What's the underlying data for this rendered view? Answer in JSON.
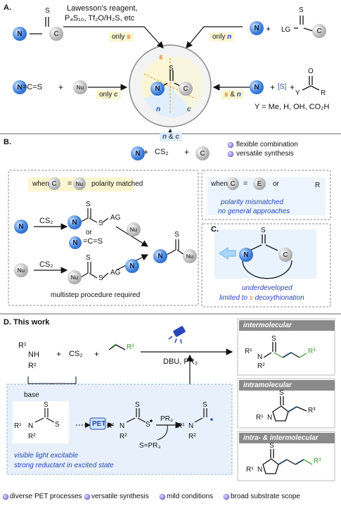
{
  "sections": {
    "a": "A.",
    "b": "B.",
    "c": "C.",
    "d": "D. This work"
  },
  "atoms": {
    "n": "N",
    "c": "C",
    "nu": "Nu",
    "e": "E",
    "s": "S",
    "o": "O",
    "r": "R",
    "y": "Y"
  },
  "panel_a": {
    "reagents_line1": "Lawesson's reagent,",
    "reagents_line2": "P₄S₁₀, Tf₂O/H₂S, etc",
    "only_s": "only s",
    "only_n": "only n",
    "only_c": "only c",
    "s_and_n": "s & n",
    "lg": "LG",
    "s_bracket": "[S]",
    "y_options": "Y = Me, H, OH, CO₂H",
    "plus": "+",
    "n_c": "n & c",
    "circle_s": "s",
    "circle_n": "n",
    "circle_c": "c",
    "ncs": "=C=S"
  },
  "panel_b": {
    "cs2": "CS₂",
    "plus": "+",
    "legend": [
      "flexible combination",
      "versatile synthesis"
    ],
    "when": "when",
    "equals": "=",
    "polarity_matched": "polarity matched",
    "or": "or",
    "polarity_mismatched": "polarity mismatched",
    "no_general": "no general approaches",
    "ag": "AG",
    "or_small": "or",
    "multistep": "multistep procedure required"
  },
  "panel_c": {
    "line1": "underdeveloped",
    "line2_prefix": "limited to",
    "line2_s": "s",
    "line2_suffix": "deoxythionation"
  },
  "panel_d": {
    "r1nh": "R¹",
    "nh": "NH",
    "r2": "R²",
    "plus": "+",
    "cs2": "CS₂",
    "r3": "R³",
    "conditions": "DBU, PR₃",
    "base": "base",
    "pet": "PET",
    "pr3": "PR₃",
    "spr3": "S=PR₃",
    "excitable": "visible light excitable",
    "reductant": "strong reductant in excited state",
    "headers": [
      "intermolecular",
      "intramolecular",
      "intra- & intermolecular"
    ]
  },
  "footer": {
    "items": [
      "diverse PET processes",
      "versatile synthesis",
      "mild conditions",
      "broad substrate scope"
    ]
  },
  "colors": {
    "blue_atom": "#3b7fd9",
    "gray_atom": "#b9b9b9",
    "orange": "#e07a1f",
    "blue_text": "#2746b8",
    "panel_bg": "#e8f1fb",
    "yellow_bg": "#fbf6d2",
    "header_gray": "#8a8a8a",
    "green": "#3a9a2c"
  }
}
